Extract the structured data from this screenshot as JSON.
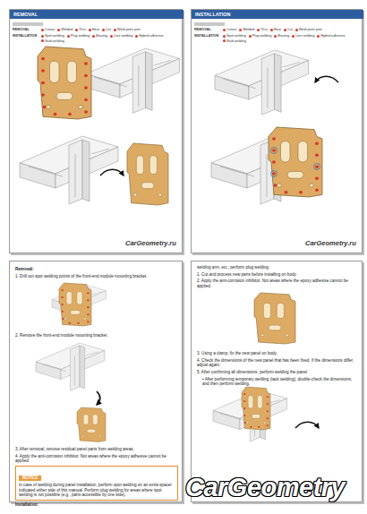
{
  "diagram": {
    "nodes": [
      {
        "text": [
          "REMOVAL"
        ]
      },
      {
        "text": [
          "INSTALLATION"
        ]
      },
      {
        "text": [
          "Removal:",
          "1. Drill out spot welding points of the front-end module mounting bracket.",
          "2. Remove the front-end module mounting bracket.",
          "3. After removal, remove residual panel parts from welding areas.",
          "4. Apply the anti-corrosion inhibitor. Not areas where the epoxy adhesive cannot be applied.",
          "Installation:"
        ]
      },
      {
        "text": [
          "NOTICE",
          "In case of welding during panel installation, perform spot welding on an extra spacer indicated either side of this manual. Perform plug welding for areas where spot welding is not possible (e.g., parts accessible by one side)."
        ],
        "in": 2
      },
      {
        "text": [
          "welding arm, etc.; perform plug welding.",
          "1. Cut and process new parts before installing on body.",
          "2. Apply the anti-corrosion inhibitor. Not areas where the epoxy adhesive cannot be applied.",
          "3. Using a clamp, fix the new panel on body.",
          "4. Check the dimensions of the new panel that has been fixed. If the dimensions differ, adjust again.",
          "5. After confirming all dimensions, perform welding the panel.",
          "• After performing temporary welding (tack welding), double-check the dimensions, and then perform welding."
        ]
      }
    ],
    "labels": [
      "REMOVAL",
      "INSTALLATION",
      "REMOVAL",
      "INSTALLATION",
      "CarGeometry.ru",
      "CarGeometry.ru",
      "CarGeometry"
    ],
    "legend": [
      {
        "text": "Cutout",
        "color": "#d9362b"
      },
      {
        "text": "Welded",
        "color": "#d9362b"
      },
      {
        "text": "Thru",
        "color": "#d9362b"
      },
      {
        "text": "Heat",
        "color": "#d9362b"
      },
      {
        "text": "Cut",
        "color": "#d9362b"
      },
      {
        "text": "Weld point joint",
        "color": "#d9362b"
      },
      {
        "text": "Spot welding",
        "color": "#d9362b"
      },
      {
        "text": "Plug welding",
        "color": "#d9362b"
      },
      {
        "text": "Brazing",
        "color": "#d9362b"
      },
      {
        "text": "Line welding",
        "color": "#d9362b"
      },
      {
        "text": "Hybrid adhesive",
        "color": "#d9362b"
      },
      {
        "text": "Stub welding",
        "color": "#d9362b"
      },
      {
        "text": "Cutout",
        "color": "#d9362b"
      },
      {
        "text": "Welded",
        "color": "#d9362b"
      },
      {
        "text": "Thru",
        "color": "#d9362b"
      },
      {
        "text": "Heat",
        "color": "#d9362b"
      },
      {
        "text": "Cut",
        "color": "#d9362b"
      },
      {
        "text": "Weld point joint",
        "color": "#d9362b"
      },
      {
        "text": "Spot welding",
        "color": "#d9362b"
      },
      {
        "text": "Plug welding",
        "color": "#d9362b"
      },
      {
        "text": "Brazing",
        "color": "#d9362b"
      },
      {
        "text": "Line welding",
        "color": "#d9362b"
      },
      {
        "text": "Hybrid adhesive",
        "color": "#d9362b"
      },
      {
        "text": "Stub welding",
        "color": "#d9362b"
      }
    ]
  }
}
